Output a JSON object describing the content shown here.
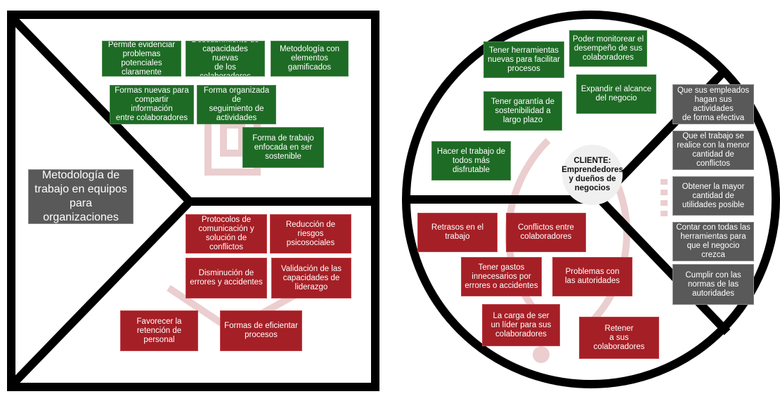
{
  "colors": {
    "frame": "#000000",
    "gain_green": "#1e6b25",
    "pain_red": "#a51f26",
    "job_gray": "#595959",
    "watermark": "#e9c9ca",
    "client_fill": "#f0f0f0"
  },
  "value_map": {
    "title": "Metodología de\ntrabajo en equipos\npara organizaciones",
    "gain_creators": [
      "Permite evidenciar\nproblemas potenciales\nclaramente",
      "Descubrimiento de\ncapacidades nuevas\nde los colaboradores",
      "Metodología con\nelementos\ngamificados",
      "Formas nuevas para\ncompartir información\nentre colaboradores",
      "Forma organizada de\nseguimiento de\nactividades",
      "Forma de trabajo\nenfocada en ser\nsostenible"
    ],
    "pain_relievers": [
      "Protocolos de\ncomunicación y\nsolución de conflictos",
      "Reducción de riesgos\npsicosociales",
      "Disminución de\nerrores y accidentes",
      "Validación de las\ncapacidades de\nliderazgo",
      "Favorecer la\nretención de\npersonal",
      "Formas de eficientar\nprocesos"
    ]
  },
  "customer_profile": {
    "client": "CLIENTE:\nEmprendedores\ny dueños de\nnegocios",
    "gains": [
      "Tener herramientas\nnuevas para facilitar\nprocesos",
      "Poder monitorear el\ndesempeño de sus\ncolaboradores",
      "Expandir el alcance\ndel negocio",
      "Tener garantía de\nsostenibilidad a\nlargo plazo",
      "Hacer el trabajo de\ntodos más\ndisfrutable"
    ],
    "pains": [
      "Retrasos en el\ntrabajo",
      "Conflictos entre\ncolaboradores",
      "Tener gastos\ninnecesarios por\nerrores o accidentes",
      "Problemas con\nlas autoridades",
      "La carga de ser\nun líder para sus\ncolaboradores",
      "Retener\na sus\ncolaboradores"
    ],
    "jobs": [
      "Que sus empleados\nhagan sus actividades\nde forma efectiva",
      "Que el trabajo se\nrealice con la menor\ncantidad de conflictos",
      "Obtener la mayor\ncantidad de\nutilidades posible",
      "Contar con todas las\nherramientas para\nque el negocio crezca",
      "Cumplir con las\nnormas de las\nautoridades"
    ]
  }
}
